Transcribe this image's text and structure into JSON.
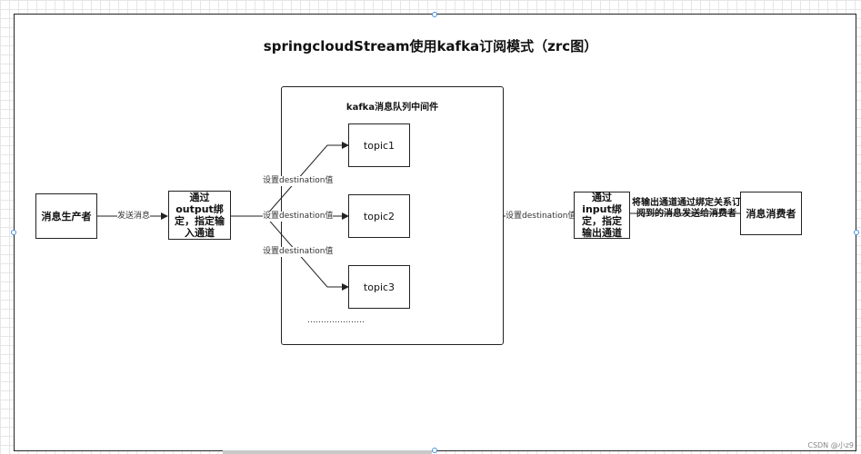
{
  "diagram": {
    "title": "springcloudStream使用kafka订阅模式（zrc图）",
    "producer": "消息生产者",
    "send_label": "发送消息",
    "output_binding": "通过output绑定，指定输入通道",
    "mq_group_title": "kafka消息队列中间件",
    "topics": [
      "topic1",
      "topic2",
      "topic3"
    ],
    "set_destination_labels": [
      "设置destination值",
      "设置destination值",
      "设置destination值"
    ],
    "right_set_destination_label": "设置destination值",
    "ellipsis": "…………………",
    "input_binding": "通过input绑定，指定输出通道",
    "bind_description": "将输出通道通过绑定关系订阅到的消息发送给消费者",
    "consumer": "消息消费者"
  },
  "watermark": "CSDN @小z9"
}
